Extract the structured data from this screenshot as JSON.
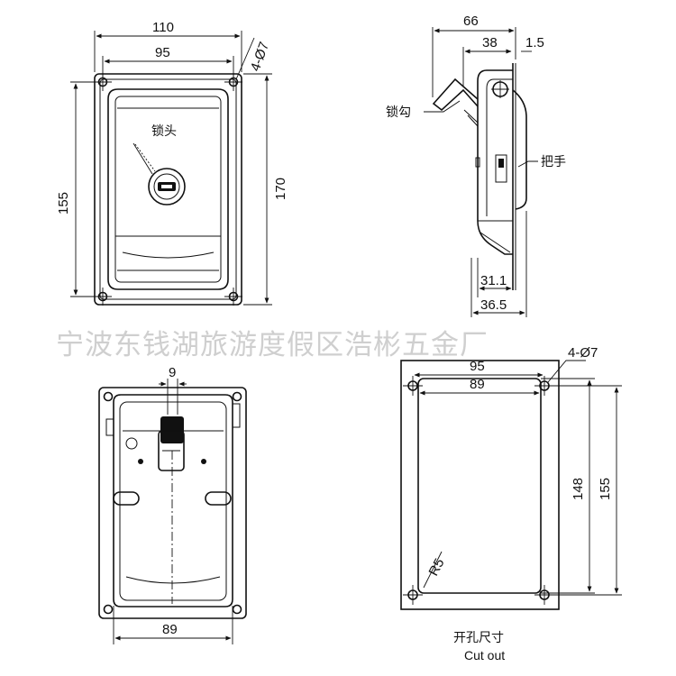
{
  "watermark": "宁波东钱湖旅游度假区浩彬五金厂",
  "front_view": {
    "width_outer": "110",
    "width_holes": "95",
    "height_holes": "155",
    "height_outer": "170",
    "holes": "4-Ø7",
    "lock_label": "锁头"
  },
  "side_view": {
    "depth_total": "66",
    "depth_handle": "38",
    "thickness": "1.5",
    "hook_label": "锁勾",
    "handle_label": "把手",
    "depth_body": "31.1",
    "depth_lower": "36.5"
  },
  "back_view": {
    "slot_width": "9",
    "inner_width": "89"
  },
  "cutout_view": {
    "hole_spacing": "95",
    "cut_width": "89",
    "cut_height": "148",
    "hole_height": "155",
    "holes": "4-Ø7",
    "radius": "R5",
    "title_cn": "开孔尺寸",
    "title_en": "Cut out"
  }
}
